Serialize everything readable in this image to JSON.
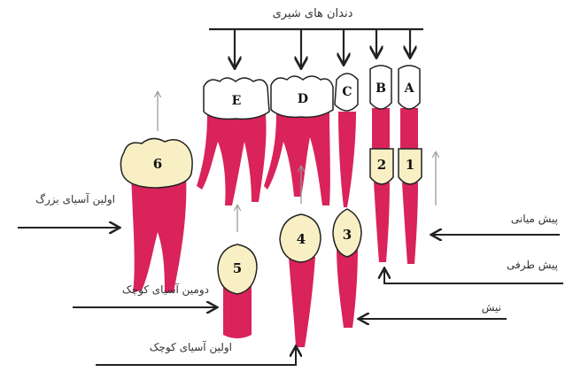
{
  "title": "دندان های شیری",
  "labels": {
    "central_incisor": "پیش میانی",
    "lateral_incisor": "پیش طرفی",
    "canine": "نیش",
    "first_premolar": "اولین آسیای کوچک",
    "second_premolar": "دومین آسیای کوچک",
    "first_molar": "اولین آسیای بزرگ"
  },
  "primary_teeth": [
    "A",
    "B",
    "C",
    "D",
    "E"
  ],
  "permanent_teeth": [
    "1",
    "2",
    "3",
    "4",
    "5",
    "6"
  ],
  "colors": {
    "root": "#d9235a",
    "crown_primary": "#ffffff",
    "crown_permanent": "#f8f0c4",
    "outline": "#222222",
    "arrow": "#222222",
    "growth_arrow": "#999999"
  }
}
